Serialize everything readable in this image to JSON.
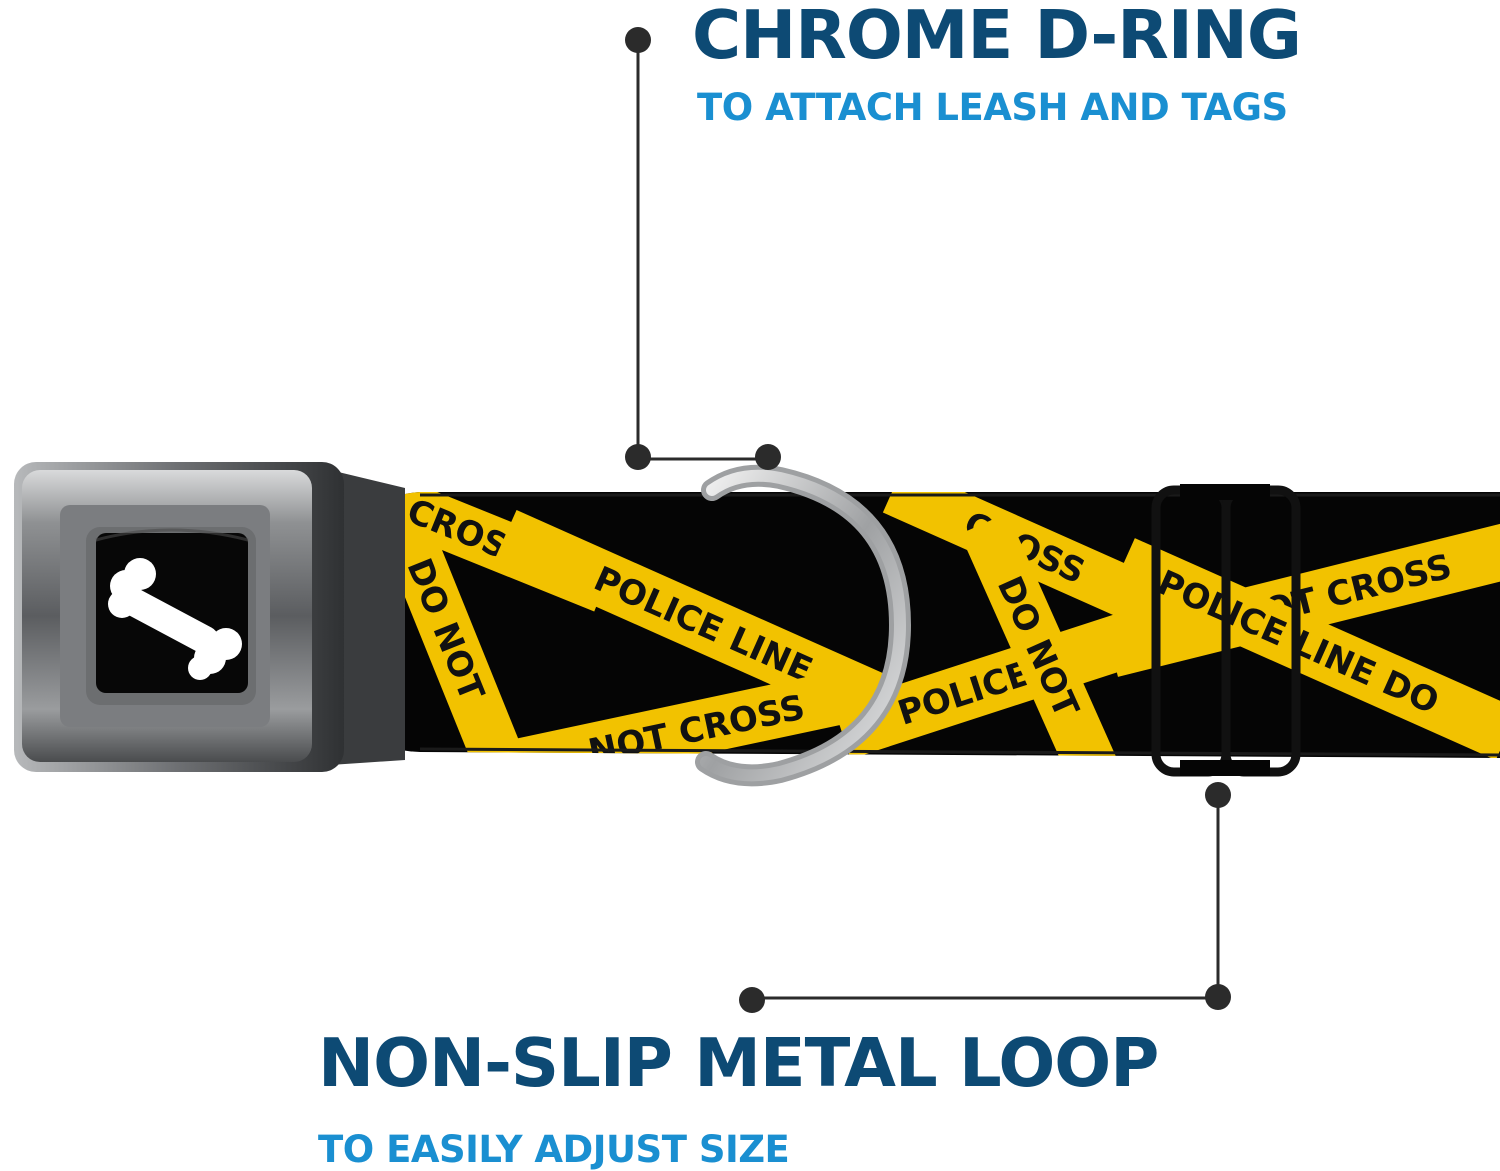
{
  "callouts": {
    "top": {
      "title": "CHROME D-RING",
      "subtitle": "TO ATTACH LEASH AND TAGS"
    },
    "bottom": {
      "title": "NON-SLIP METAL LOOP",
      "subtitle": "TO EASILY ADJUST SIZE"
    }
  },
  "colors": {
    "title": "#0d4a74",
    "subtitle": "#1a8fd1",
    "leader_line": "#2b2b2b",
    "tape_yellow": "#f2c200",
    "collar_black": "#050505"
  }
}
